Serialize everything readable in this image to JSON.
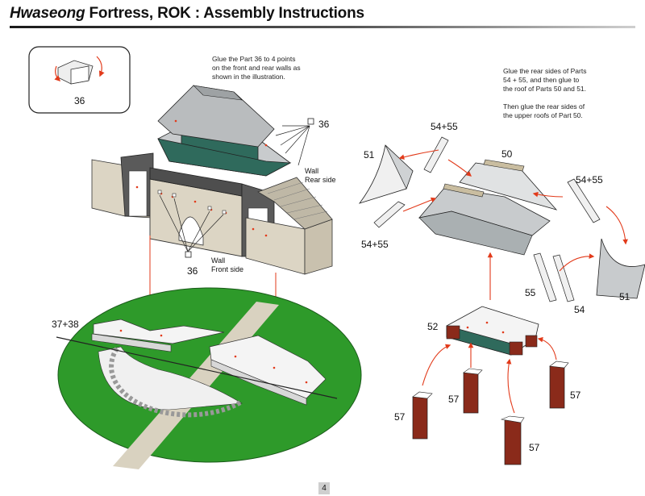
{
  "header": {
    "title_italic": "Hwaseong",
    "title_rest": " Fortress, ROK : Assembly Instructions"
  },
  "notes": {
    "glue_part36": "Glue the Part 36 to 4 points\non the front and rear walls as\nshown in the illustration.",
    "glue_rear": "Glue the rear sides of Parts\n54 + 55, and then glue to\nthe roof of Parts 50 and 51.\n\nThen glue the rear sides of\nthe upper roofs of Part 50."
  },
  "labels": {
    "inset_36": "36",
    "p36_rear": "36",
    "p36_front": "36",
    "wall_rear": "Wall\nRear side",
    "wall_front": "Wall\nFront side",
    "base_3738": "37+38",
    "p51_left": "51",
    "p5455_top": "54+55",
    "p50": "50",
    "p5455_right": "54+55",
    "p5455_left": "54+55",
    "p55": "55",
    "p54": "54",
    "p51_right": "51",
    "p52": "52",
    "p57_a": "57",
    "p57_b": "57",
    "p57_c": "57",
    "p57_d": "57"
  },
  "footer": {
    "page_number": "4"
  },
  "colors": {
    "grass": "#2e9a2a",
    "road": "#d9d2c0",
    "wall": "#dcd5c4",
    "dark_gate": "#5a5a5a",
    "roof": "#c8cbcd",
    "teal": "#2f6a5c",
    "pillar": "#8a2a1a",
    "arrow": "#e23a1a"
  }
}
